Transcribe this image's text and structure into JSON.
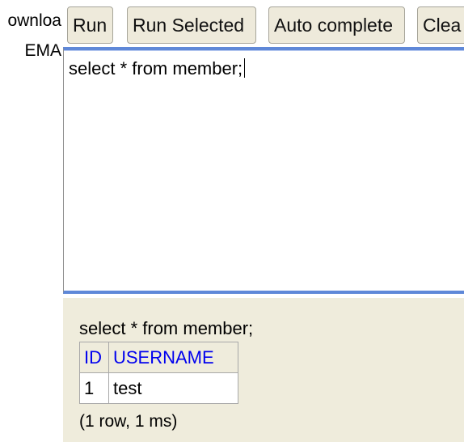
{
  "left_tree": {
    "items": [
      "ownloa",
      "EMA"
    ]
  },
  "toolbar": {
    "run_label": "Run",
    "run_selected_label": "Run Selected",
    "auto_complete_label": "Auto complete",
    "clear_label": "Clea"
  },
  "editor": {
    "sql_text": "select * from member;"
  },
  "result": {
    "executed_sql": "select * from member;",
    "columns": [
      "ID",
      "USERNAME"
    ],
    "rows": [
      [
        "1",
        "test"
      ]
    ],
    "status": "(1 row, 1 ms)"
  },
  "colors": {
    "toolbar_button_bg": "#eeeadb",
    "editor_border_accent": "#5f88d8",
    "result_bg": "#efecdc",
    "column_header_text": "#0000ee"
  }
}
